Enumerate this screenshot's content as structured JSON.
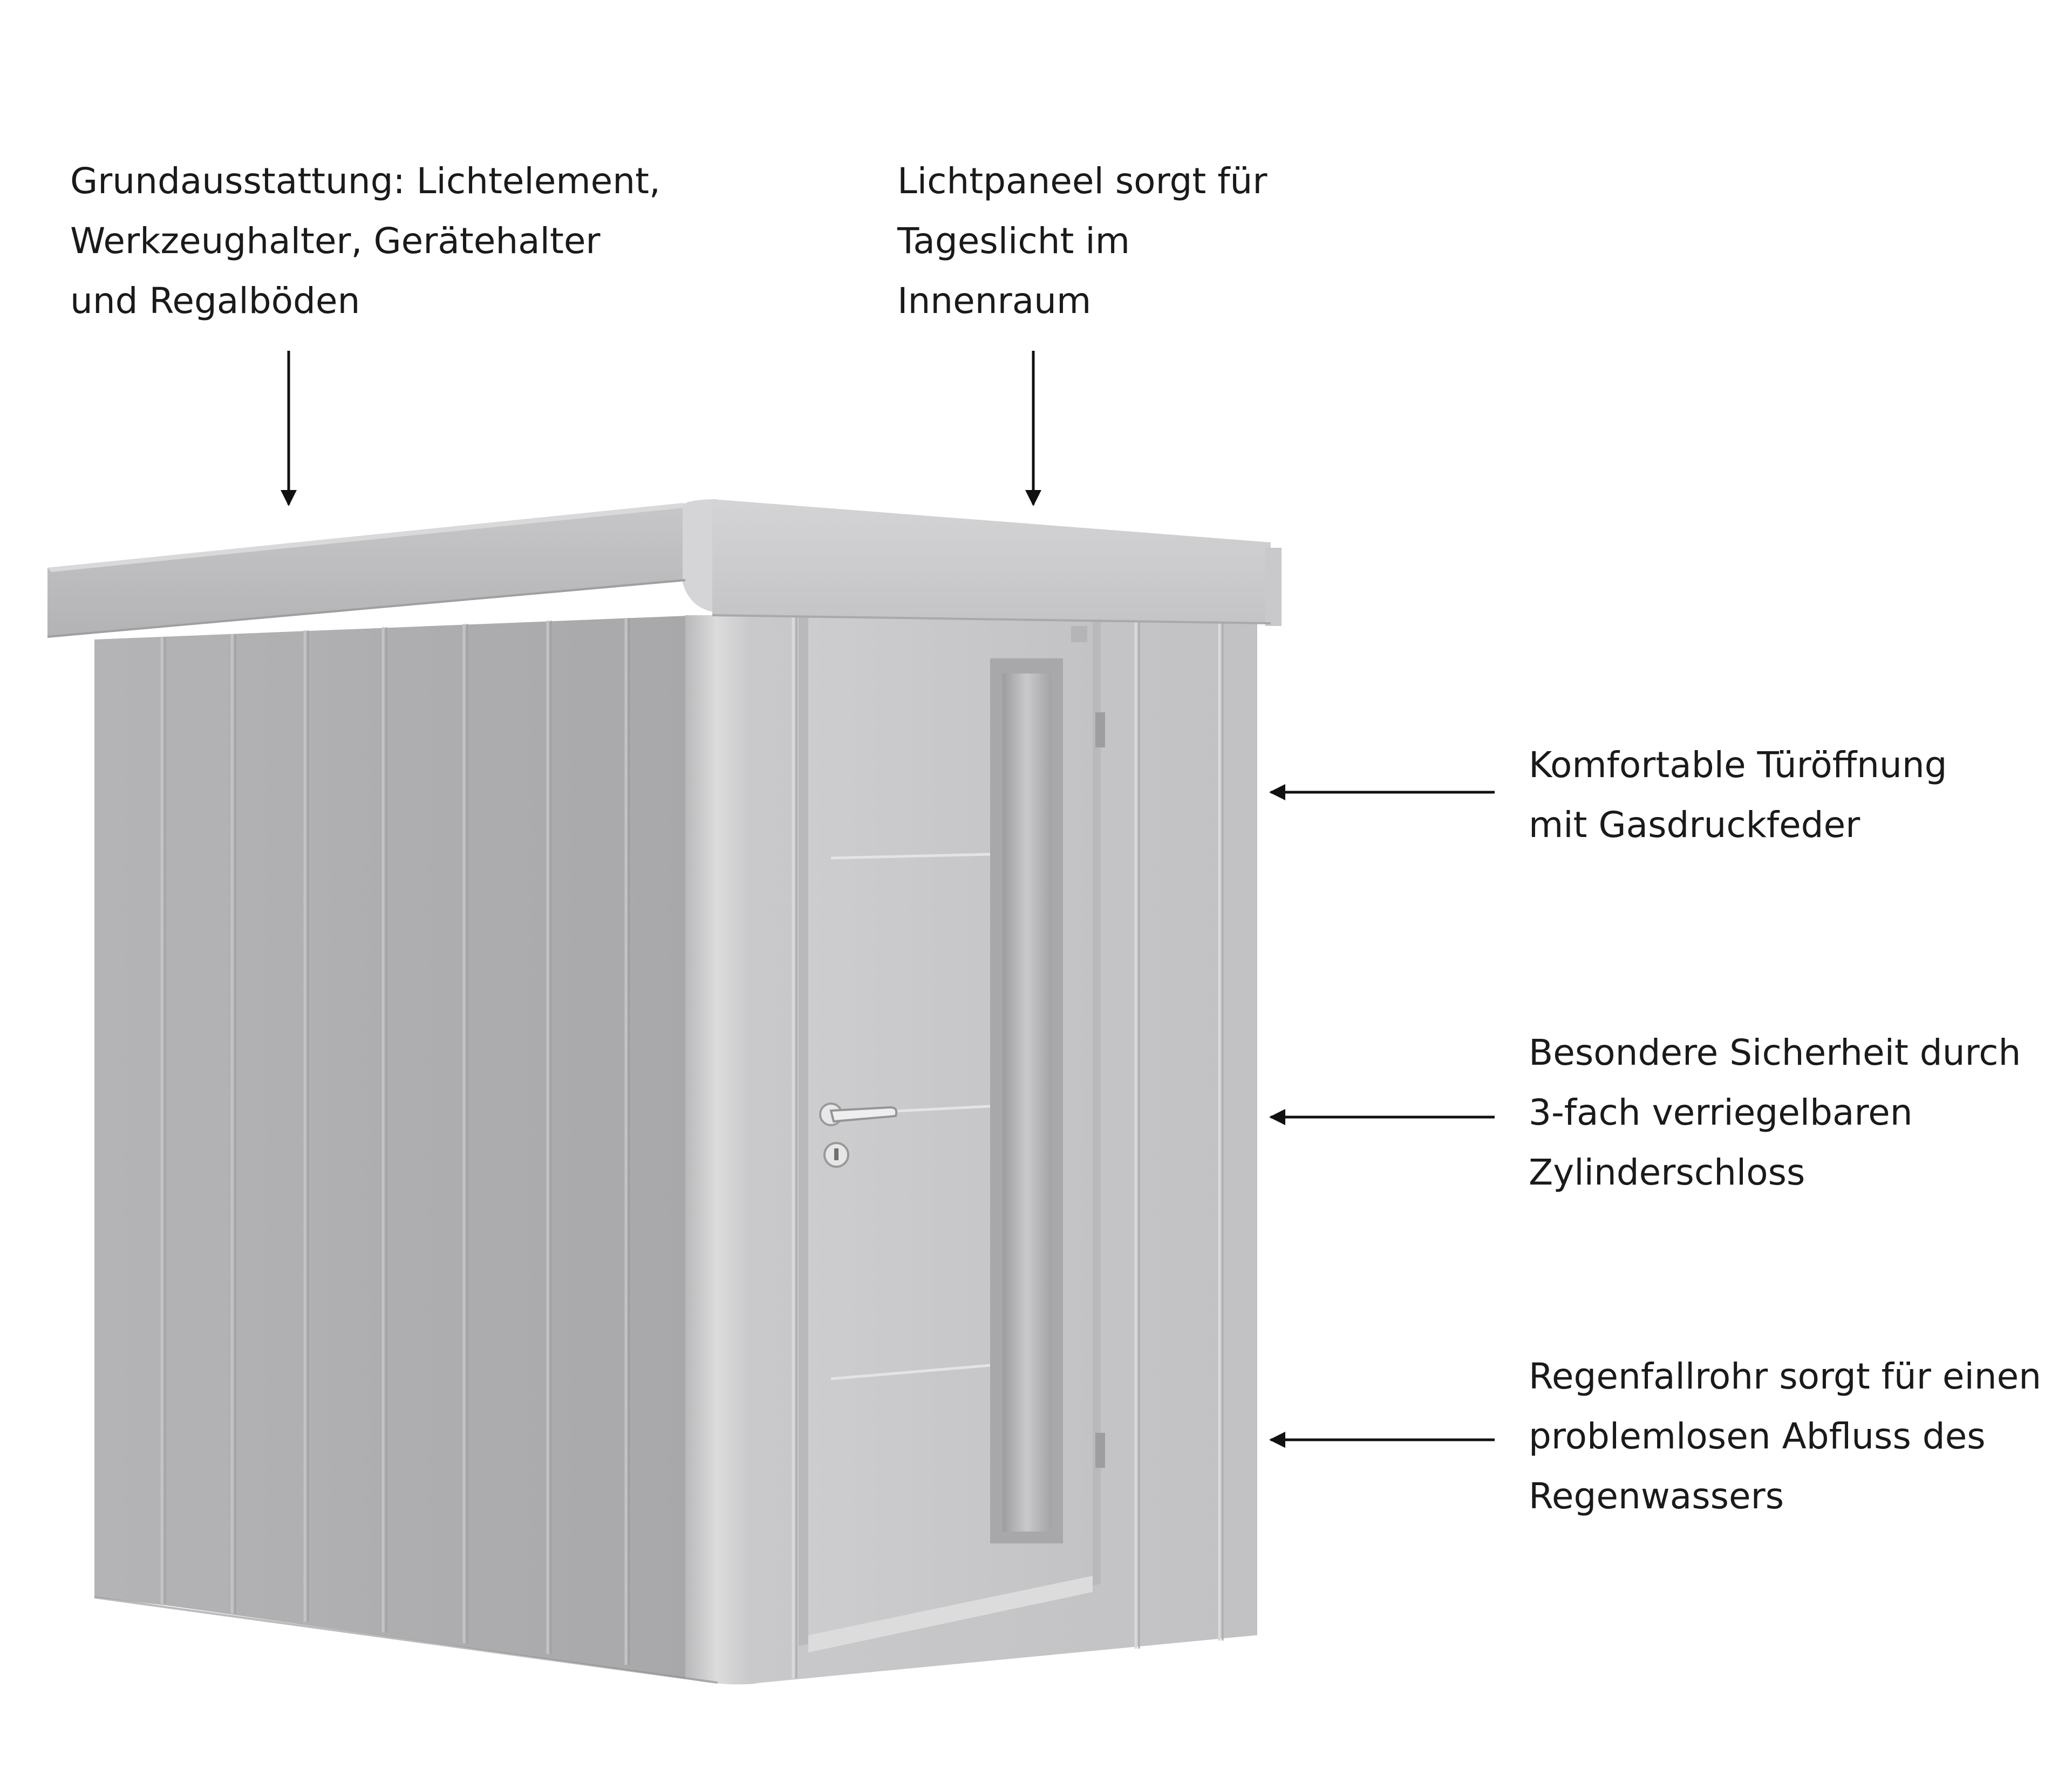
{
  "annotations": {
    "equipment": {
      "lines": [
        "Grundausstattung: Lichtelement,",
        "Werkzeughalter, Gerätehalter",
        "und Regalböden"
      ]
    },
    "light_panel": {
      "lines": [
        "Lichtpaneel sorgt für",
        "Tageslicht im",
        "Innenraum"
      ]
    },
    "door_opening": {
      "lines": [
        "Komfortable Türöffnung",
        "mit Gasdruckfeder"
      ]
    },
    "security": {
      "lines": [
        "Besondere Sicherheit durch",
        "3-fach verriegelbaren",
        "Zylinderschloss"
      ]
    },
    "downpipe": {
      "lines": [
        "Regenfallrohr sorgt für einen",
        "problemlosen Abfluss des",
        "Regenwassers"
      ]
    }
  },
  "colors": {
    "text": "#1a1a1a",
    "arrow": "#111111",
    "metal_light": "#cfcfd0",
    "metal_mid": "#b8b8ba",
    "metal_dark": "#a9a9ab",
    "background": "#ffffff"
  }
}
